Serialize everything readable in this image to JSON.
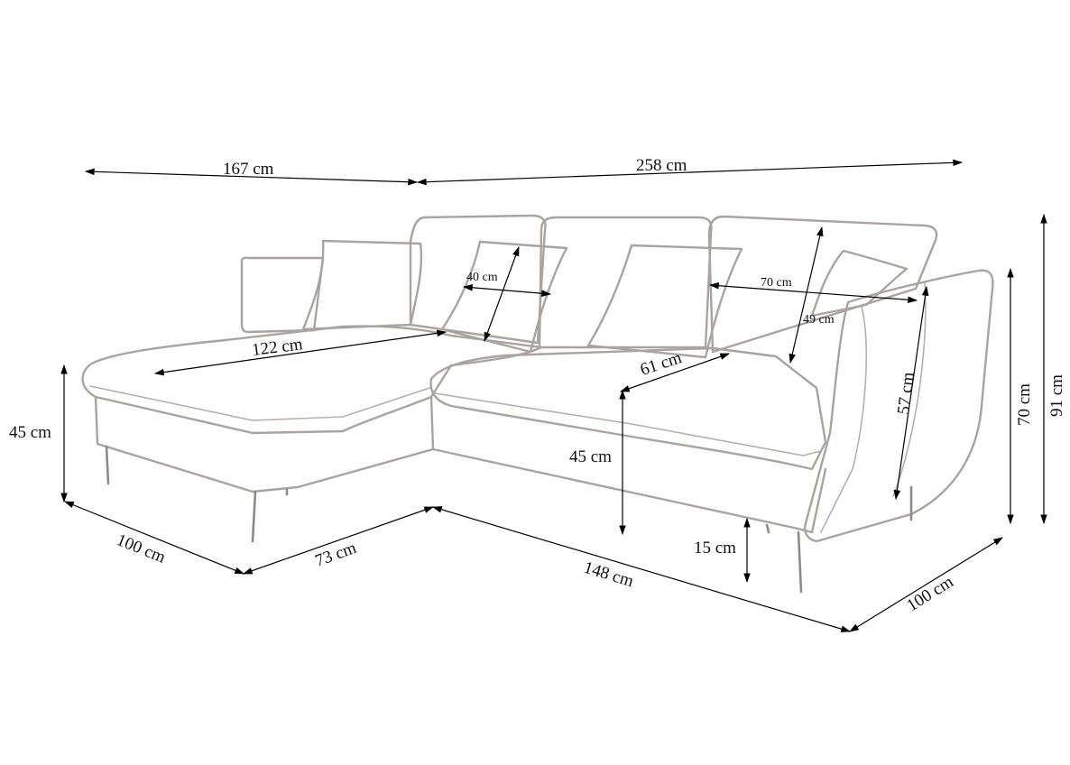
{
  "dimensions": {
    "total_left_width": "167 cm",
    "total_right_width": "258 cm",
    "pillow_width": "40 cm",
    "cushion_width": "70 cm",
    "cushion_height": "49 cm",
    "chaise_length": "122 cm",
    "seat_depth": "61 cm",
    "left_height": "45 cm",
    "seat_height": "45 cm",
    "back_height": "57 cm",
    "arm_height": "70 cm",
    "total_height": "91 cm",
    "chaise_depth": "100 cm",
    "front_width": "73 cm",
    "main_width": "148 cm",
    "leg_height": "15 cm",
    "side_depth": "100 cm"
  },
  "colors": {
    "outline": "#a9a3a1",
    "dimension": "#000000",
    "background": "#ffffff"
  }
}
